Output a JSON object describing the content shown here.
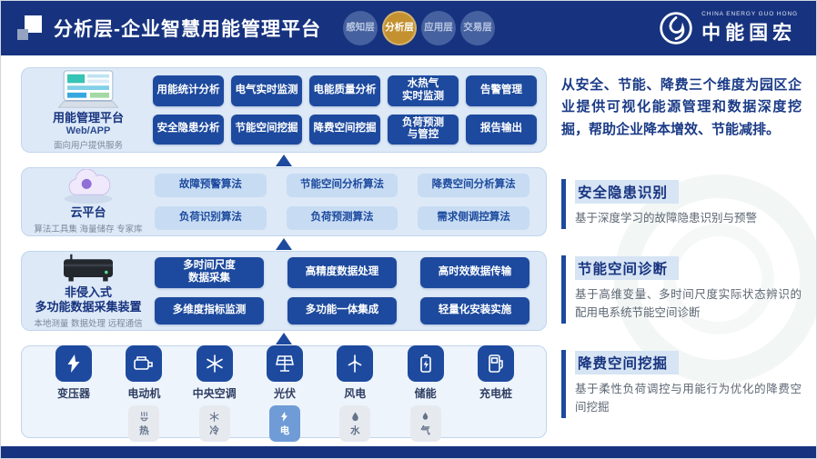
{
  "colors": {
    "header_navy": "#17337f",
    "button_blue": "#1d4a9e",
    "panel_light_blue": "#dde9f7",
    "badge_gold": "#c3912f",
    "chip_active_blue": "#6f9cd6"
  },
  "header": {
    "title": "分析层-企业智慧用能管理平台",
    "nav_badges": [
      {
        "label": "感知层",
        "active": false
      },
      {
        "label": "分析层",
        "active": true
      },
      {
        "label": "应用层",
        "active": false
      },
      {
        "label": "交易层",
        "active": false
      }
    ],
    "brand": {
      "en": "CHINA ENERGY GUO HONG",
      "cn": "中能国宏",
      "logo_icon": "company-ring-flame-icon"
    },
    "corner_logo_icon": "overlapping-squares-icon"
  },
  "platform_layer": {
    "icon": "dashboard-laptop-icon",
    "title": "用能管理平台",
    "subtitle": "Web/APP",
    "note": "面向用户提供服务",
    "buttons_row1": [
      "用能统计分析",
      "电气实时监测",
      "电能质量分析",
      "水热气\n实时监测",
      "告警管理"
    ],
    "buttons_row2": [
      "安全隐患分析",
      "节能空间挖掘",
      "降费空间挖掘",
      "负荷预测\n与管控",
      "报告输出"
    ]
  },
  "cloud_layer": {
    "icon": "cloud-platform-icon",
    "title": "云平台",
    "note": "算法工具集 海量储存 专家库",
    "buttons_row1": [
      "故障预警算法",
      "节能空间分析算法",
      "降费空间分析算法"
    ],
    "buttons_row2": [
      "负荷识别算法",
      "负荷预测算法",
      "需求侧调控算法"
    ]
  },
  "collector_layer": {
    "icon": "data-collector-device-icon",
    "title": "非侵入式\n多功能数据采集装置",
    "note": "本地测量 数据处理 远程通信",
    "buttons_row1": [
      "多时间尺度\n数据采集",
      "高精度数据处理",
      "高时效数据传输"
    ],
    "buttons_row2": [
      "多维度指标监测",
      "多功能一体集成",
      "轻量化安装实施"
    ]
  },
  "device_layer": {
    "devices": [
      {
        "label": "变压器",
        "icon": "transformer-icon"
      },
      {
        "label": "电动机",
        "icon": "motor-icon",
        "chip": {
          "label": "热",
          "icon": "heat-icon",
          "active": false
        }
      },
      {
        "label": "中央空调",
        "icon": "hvac-icon",
        "chip": {
          "label": "冷",
          "icon": "cold-icon",
          "active": false
        }
      },
      {
        "label": "光伏",
        "icon": "solar-panel-icon",
        "chip": {
          "label": "电",
          "icon": "electric-icon",
          "active": true
        }
      },
      {
        "label": "风电",
        "icon": "wind-turbine-icon",
        "chip": {
          "label": "水",
          "icon": "water-icon",
          "active": false
        }
      },
      {
        "label": "储能",
        "icon": "battery-storage-icon",
        "chip": {
          "label": "气",
          "icon": "gas-icon",
          "active": false
        }
      },
      {
        "label": "充电桩",
        "icon": "ev-charger-icon"
      }
    ]
  },
  "right_panel": {
    "intro": "从安全、节能、降费三个维度为园区企业提供可视化能源管理和数据深度挖掘，帮助企业降本增效、节能减排。",
    "sections": [
      {
        "title": "安全隐患识别",
        "desc": "基于深度学习的故障隐患识别与预警"
      },
      {
        "title": "节能空间诊断",
        "desc": "基于高维变量、多时间尺度实际状态辨识的配用电系统节能空间诊断"
      },
      {
        "title": "降费空间挖掘",
        "desc": "基于柔性负荷调控与用能行为优化的降费空间挖掘"
      }
    ]
  }
}
